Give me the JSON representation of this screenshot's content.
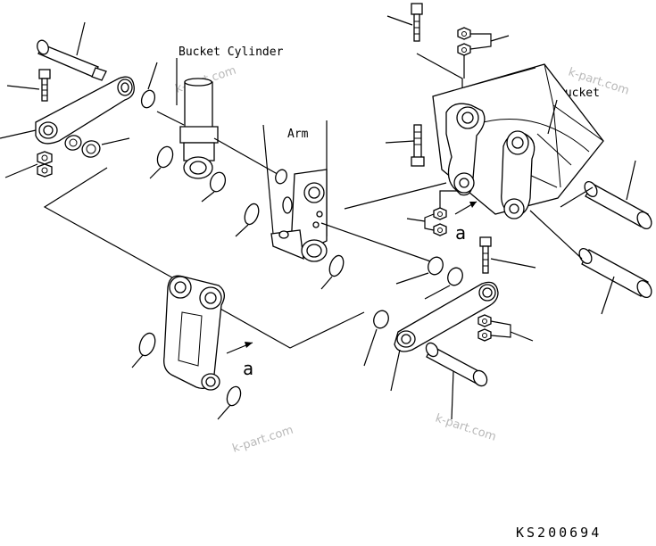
{
  "labels": {
    "bucket_cylinder": "Bucket Cylinder",
    "arm": "Arm",
    "bucket": "Bucket",
    "view_a_top": "a",
    "view_a_bottom": "a"
  },
  "watermarks": [
    "k-part.com",
    "k-part.com",
    "k-part.com",
    "k-part.com"
  ],
  "drawing_code": "KS200694"
}
